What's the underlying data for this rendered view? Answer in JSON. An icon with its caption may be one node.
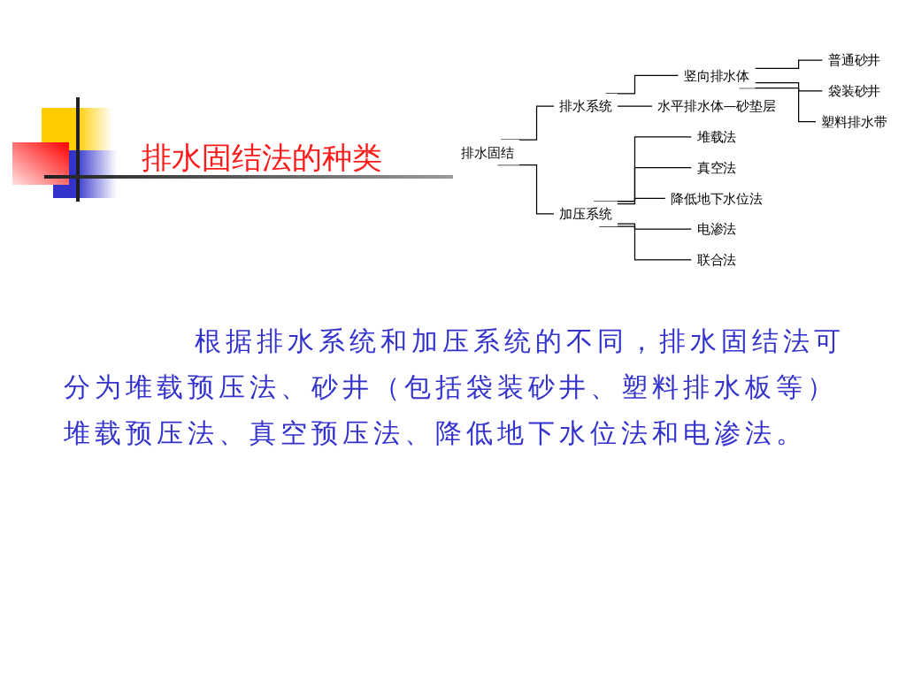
{
  "diagram": {
    "title": "排水固结法的种类",
    "nodes": [
      {
        "text": [
          "排水固结"
        ]
      },
      {
        "text": [
          "排水系统"
        ]
      },
      {
        "text": [
          "竖向排水体"
        ]
      },
      {
        "text": [
          "普通砂井"
        ]
      },
      {
        "text": [
          "袋装砂井"
        ]
      },
      {
        "text": [
          "塑料排水带"
        ]
      },
      {
        "text": [
          "水平排水体—砂垫层"
        ]
      },
      {
        "text": [
          "加压系统"
        ]
      },
      {
        "text": [
          "堆载法"
        ]
      },
      {
        "text": [
          "真空法"
        ]
      },
      {
        "text": [
          "降低地下水位法"
        ]
      },
      {
        "text": [
          "电渗法"
        ]
      },
      {
        "text": [
          "联合法"
        ]
      }
    ],
    "edges": [
      {
        "from": 0,
        "to": 1,
        "arrow": "none"
      },
      {
        "from": 0,
        "to": 7,
        "arrow": "none"
      },
      {
        "from": 1,
        "to": 2,
        "arrow": "none"
      },
      {
        "from": 1,
        "to": 6,
        "arrow": "none"
      },
      {
        "from": 2,
        "to": 3,
        "arrow": "none"
      },
      {
        "from": 2,
        "to": 4,
        "arrow": "none"
      },
      {
        "from": 2,
        "to": 5,
        "arrow": "none"
      },
      {
        "from": 7,
        "to": 8,
        "arrow": "none"
      },
      {
        "from": 7,
        "to": 9,
        "arrow": "none"
      },
      {
        "from": 7,
        "to": 10,
        "arrow": "none"
      },
      {
        "from": 7,
        "to": 11,
        "arrow": "none"
      },
      {
        "from": 7,
        "to": 12,
        "arrow": "none"
      }
    ],
    "caption": "根据排水系统和加压系统的不同，排水固结法可分为堆载预压法、砂井（包括袋装砂井、塑料排水板等）堆载预压法、真空预压法、降低地下水位法和电渗法。"
  }
}
